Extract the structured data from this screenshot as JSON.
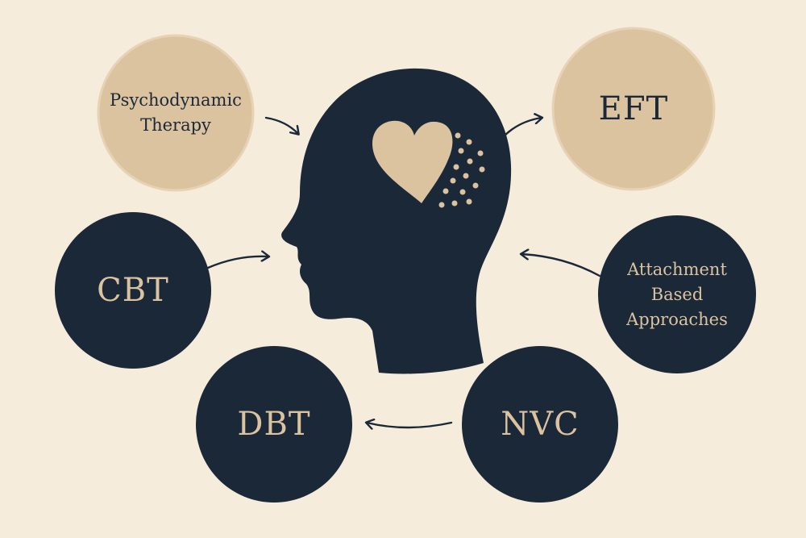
{
  "colors": {
    "background": "#f5ecdc",
    "navy": "#1a2838",
    "tan": "#dcc3a0"
  },
  "center": {
    "icon": "head-with-heart-icon"
  },
  "nodes": {
    "psychodynamic": {
      "line1": "Psychodynamic",
      "line2": "Therapy"
    },
    "eft": {
      "label": "EFT"
    },
    "cbt": {
      "label": "CBT"
    },
    "attachment": {
      "line1": "Attachment",
      "line2": "Based",
      "line3": "Approaches"
    },
    "dbt": {
      "label": "DBT"
    },
    "nvc": {
      "label": "NVC"
    }
  }
}
